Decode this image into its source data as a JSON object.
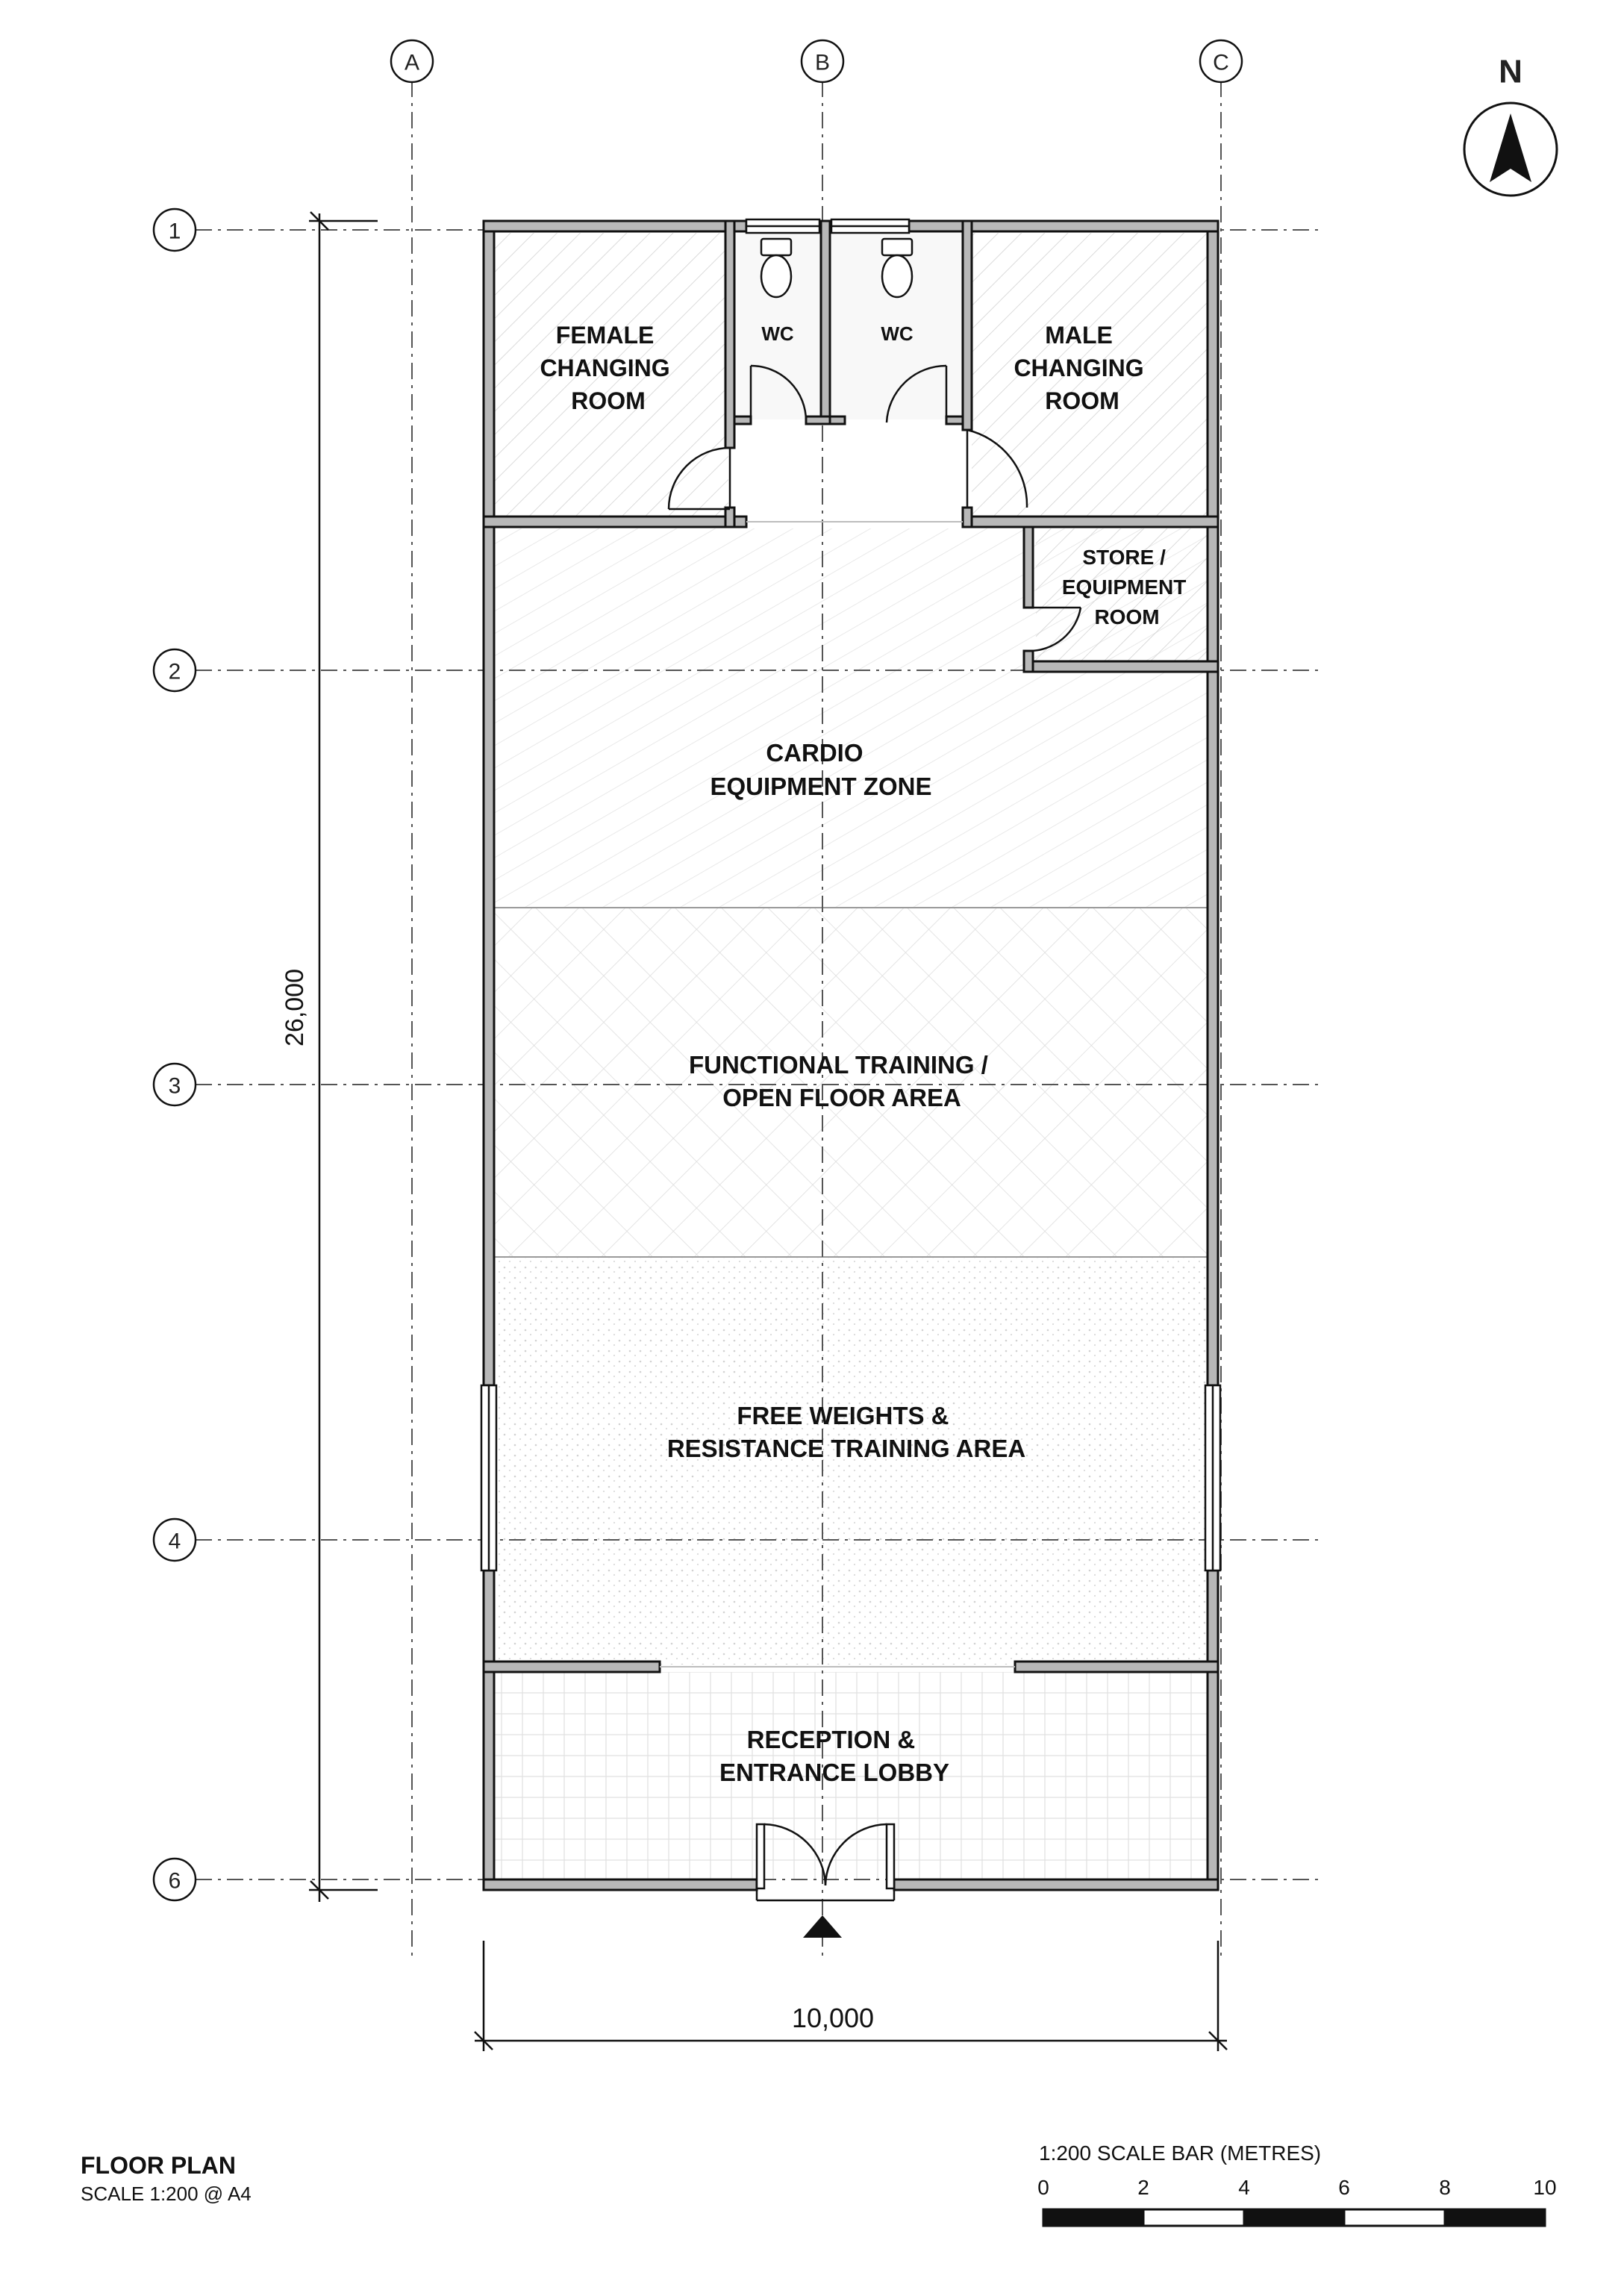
{
  "drawing": {
    "title": "FLOOR PLAN",
    "scale_note": "SCALE 1:200 @ A4"
  },
  "north": {
    "label": "N"
  },
  "grid": {
    "columns": [
      "A",
      "B",
      "C"
    ],
    "rows": [
      "1",
      "2",
      "3",
      "4",
      "6"
    ]
  },
  "dimensions": {
    "width": "10,000",
    "height": "26,000"
  },
  "rooms": {
    "female_changing": [
      "FEMALE",
      "CHANGING",
      "ROOM"
    ],
    "wc_left": [
      "WC"
    ],
    "wc_right": [
      "WC"
    ],
    "male_changing": [
      "MALE",
      "CHANGING",
      "ROOM"
    ],
    "store": [
      "STORE /",
      "EQUIPMENT",
      "ROOM"
    ],
    "cardio": [
      "CARDIO",
      "EQUIPMENT ZONE"
    ],
    "functional": [
      "FUNCTIONAL TRAINING /",
      "OPEN FLOOR AREA"
    ],
    "free_weights": [
      "FREE WEIGHTS &",
      "RESISTANCE TRAINING AREA"
    ],
    "reception": [
      "RECEPTION &",
      "ENTRANCE LOBBY"
    ]
  },
  "scale_bar": {
    "title": "1:200 SCALE BAR (METRES)",
    "ticks": [
      "0",
      "2",
      "4",
      "6",
      "8",
      "10"
    ]
  }
}
